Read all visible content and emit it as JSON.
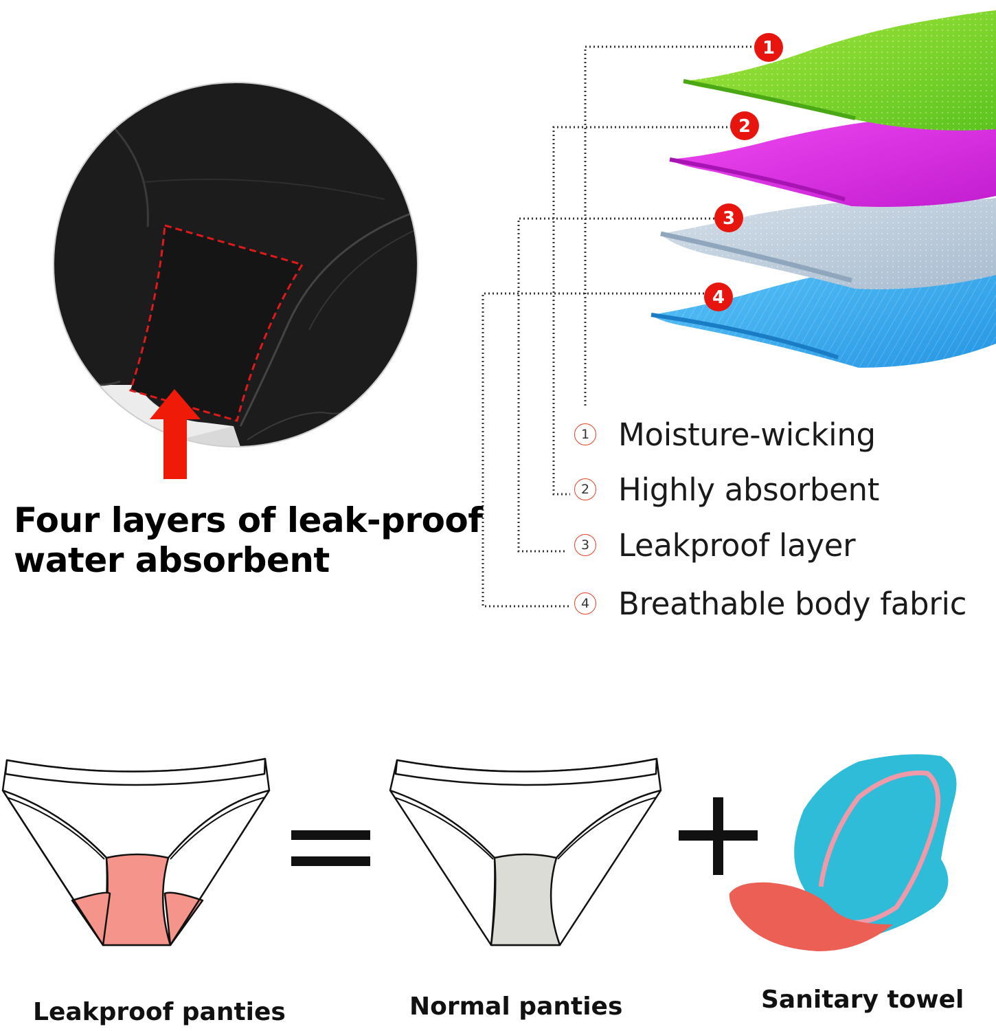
{
  "headline": {
    "line1": "Four layers of leak-proof",
    "line2": "water absorbent"
  },
  "layer_badges": [
    "1",
    "2",
    "3",
    "4"
  ],
  "layers": [
    {
      "num": "1",
      "label": "Moisture-wicking",
      "color": "#7dd32a"
    },
    {
      "num": "2",
      "label": "Highly absorbent",
      "color": "#e02de3"
    },
    {
      "num": "3",
      "label": "Leakproof layer",
      "color": "#b6c6d6"
    },
    {
      "num": "4",
      "label": "Breathable body fabric",
      "color": "#3aa8ea"
    }
  ],
  "comparison": {
    "equals_symbol": "=",
    "plus_symbol": "+",
    "leakproof_caption": "Leakproof panties",
    "normal_caption": "Normal panties",
    "towel_caption": "Sanitary towel"
  },
  "colors": {
    "badge_red": "#e8150e",
    "arrow_red": "#f01a08",
    "stitch_red": "#e01a1a",
    "leakproof_gusset": "#f4948a",
    "normal_gusset": "#dcdcd6",
    "towel_blue": "#2fbcd8",
    "towel_pink": "#ee9aa8",
    "towel_red": "#ec5f55"
  },
  "icons": [
    "up-arrow-icon",
    "equals-icon",
    "plus-icon"
  ]
}
